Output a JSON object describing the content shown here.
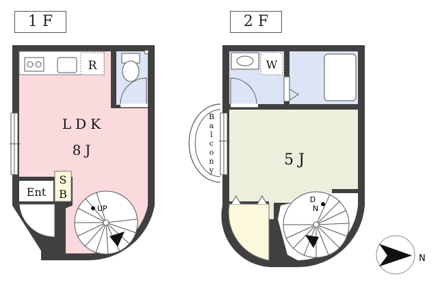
{
  "floors": [
    {
      "tag": "1 F"
    },
    {
      "tag": "2 F"
    }
  ],
  "rooms": {
    "ldk_label": "LDK",
    "ldk_size": "8J",
    "refrigerator": "R",
    "entrance": "Ent",
    "shoe_box_top": "S",
    "shoe_box_bottom": "B",
    "stairs_up": "UP",
    "washer": "W",
    "western_room_size": "5 J",
    "stairs_down_top": "D",
    "stairs_down_bottom": "N",
    "balcony": [
      "B",
      "a",
      "l",
      "c",
      "o",
      "n",
      "y"
    ],
    "compass_north": "N"
  },
  "colors": {
    "ldk_floor": "#fadadd",
    "room_floor": "#eeeedd",
    "wet_area": "#dde4f6",
    "closet": "#fbf8dc",
    "wall": "#404040",
    "hall": "#ffffff"
  }
}
